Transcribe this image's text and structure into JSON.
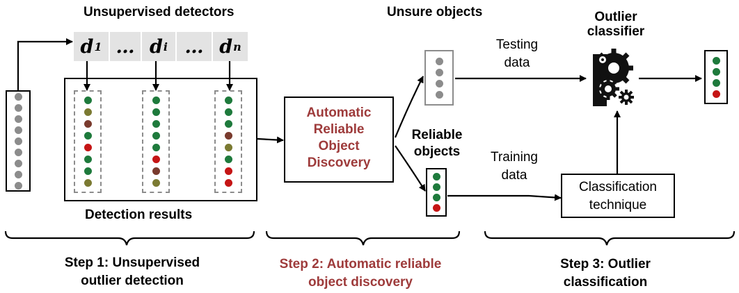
{
  "colors": {
    "green": "#1e7a3c",
    "olive": "#7b7a32",
    "brown": "#7a3b2e",
    "red": "#c51515",
    "gray": "#8c8c8c",
    "accent_red_text": "#9e3b3b"
  },
  "labels": {
    "unsupervised_detectors": "Unsupervised detectors",
    "unsure_objects": "Unsure objects",
    "outlier_classifier_line1": "Outlier",
    "outlier_classifier_line2": "classifier",
    "testing_line1": "Testing",
    "testing_line2": "data",
    "training_line1": "Training",
    "training_line2": "data",
    "reliable_line1": "Reliable",
    "reliable_line2": "objects",
    "detection_results": "Detection results",
    "arod_line1": "Automatic",
    "arod_line2": "Reliable",
    "arod_line3": "Object",
    "arod_line4": "Discovery",
    "classification_line1": "Classification",
    "classification_line2": "technique"
  },
  "detectors": [
    {
      "base": "d",
      "sub": "1"
    },
    {
      "base": "…",
      "sub": ""
    },
    {
      "base": "d",
      "sub": "i"
    },
    {
      "base": "…",
      "sub": ""
    },
    {
      "base": "d",
      "sub": "n"
    }
  ],
  "columns": {
    "input": [
      "gray",
      "gray",
      "gray",
      "gray",
      "gray",
      "gray",
      "gray",
      "gray",
      "gray"
    ],
    "result1": [
      "green",
      "olive",
      "brown",
      "green",
      "red",
      "green",
      "green",
      "olive"
    ],
    "result2": [
      "green",
      "green",
      "green",
      "green",
      "green",
      "red",
      "brown",
      "olive"
    ],
    "result3": [
      "green",
      "green",
      "green",
      "brown",
      "olive",
      "green",
      "red",
      "red"
    ],
    "unsure": [
      "gray",
      "gray",
      "gray",
      "gray"
    ],
    "reliable": [
      "green",
      "green",
      "green",
      "red"
    ],
    "output": [
      "green",
      "green",
      "green",
      "red"
    ]
  },
  "steps": [
    {
      "line1": "Step 1: Unsupervised",
      "line2": "outlier detection"
    },
    {
      "line1": "Step 2: Automatic reliable",
      "line2": "object discovery"
    },
    {
      "line1": "Step 3: Outlier",
      "line2": "classification"
    }
  ]
}
